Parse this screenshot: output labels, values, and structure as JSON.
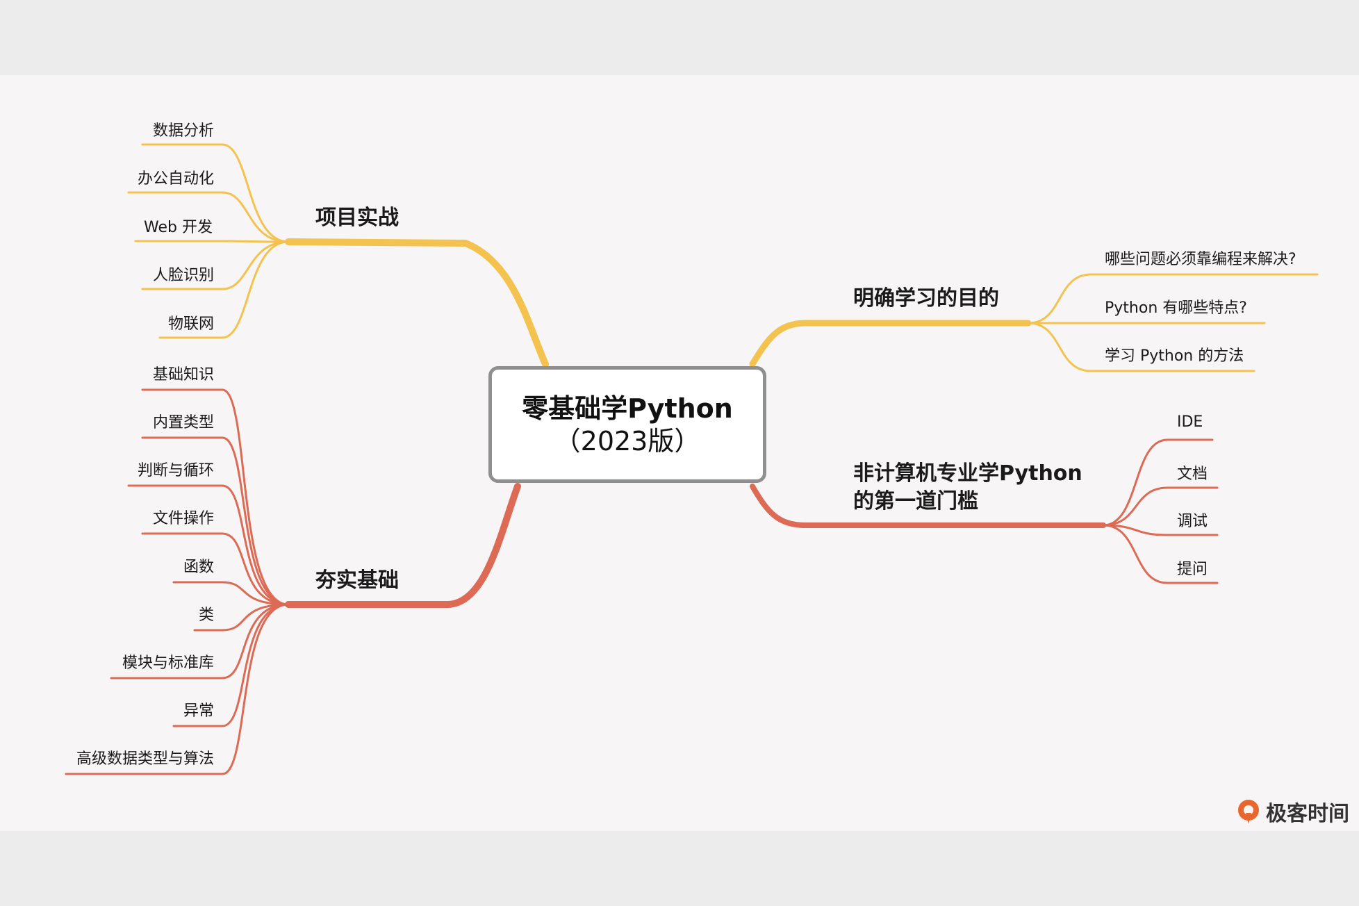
{
  "center": {
    "title": "零基础学Python",
    "subtitle": "（2023版）"
  },
  "branches": [
    {
      "label": "项目实战",
      "color": "#f4c24f",
      "children": [
        "数据分析",
        "办公自动化",
        "Web 开发",
        "人脸识别",
        "物联网"
      ]
    },
    {
      "label": "夯实基础",
      "color": "#dd6a55",
      "children": [
        "基础知识",
        "内置类型",
        "判断与循环",
        "文件操作",
        "函数",
        "类",
        "模块与标准库",
        "异常",
        "高级数据类型与算法"
      ]
    },
    {
      "label": "明确学习的目的",
      "color": "#f4c24f",
      "children": [
        "哪些问题必须靠编程来解决?",
        "Python 有哪些特点?",
        "学习 Python 的方法"
      ]
    },
    {
      "label": "非计算机专业学Python\n的第一道门槛",
      "label_line1": "非计算机专业学Python",
      "label_line2": "的第一道门槛",
      "color": "#dd6a55",
      "children": [
        "IDE",
        "文档",
        "调试",
        "提问"
      ]
    }
  ],
  "logo": {
    "text": "极客时间",
    "icon": "geektime-logo-icon",
    "color": "#e8672e"
  }
}
